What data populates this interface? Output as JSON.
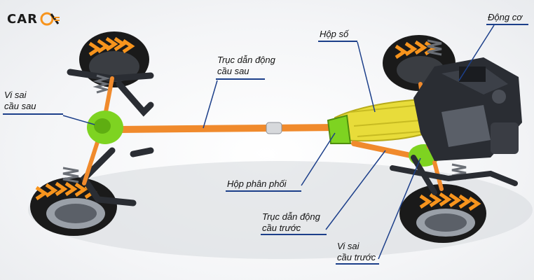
{
  "brand": {
    "logo_text": "CAR",
    "logo_accent_color": "#f7941d"
  },
  "labels": {
    "engine": "Động cơ",
    "gearbox": "Hộp số",
    "rear_driveshaft": [
      "Trục dẫn động",
      "cầu sau"
    ],
    "rear_differential": [
      "Vi sai",
      "cầu sau"
    ],
    "transfer_case": "Hộp phân phối",
    "front_driveshaft": [
      "Trục dẫn động",
      "cầu trước"
    ],
    "front_differential": [
      "Vi sai",
      "cầu trước"
    ]
  },
  "colors": {
    "leader_line": "#1c3f8a",
    "shaft": "#f08a2c",
    "differential": "#7ed321",
    "gearbox": "#e8dc3a",
    "tire": "#1a1a1a",
    "tire_arrows": "#f7941d",
    "engine": "#2a2d33"
  }
}
